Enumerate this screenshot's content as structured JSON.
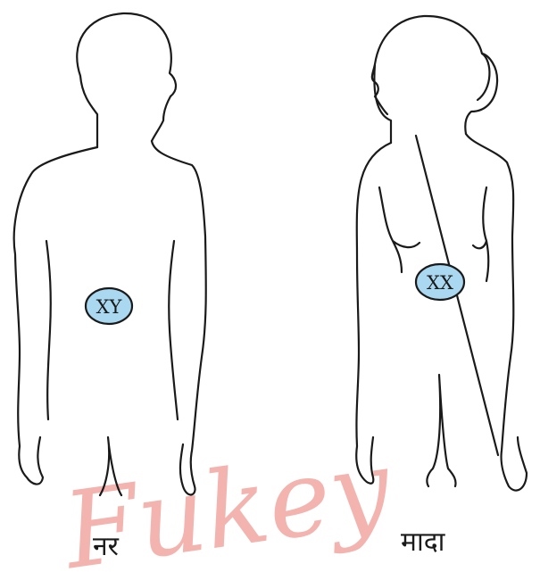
{
  "male": {
    "chromosomes": "XY",
    "caption": "नर"
  },
  "female": {
    "chromosomes": "XX",
    "caption": "मादा"
  },
  "watermark": {
    "text": "Fukey",
    "color": "#f2a6a0"
  },
  "colors": {
    "oval_fill": "#a9d8f0",
    "outline": "#1a1a1a"
  }
}
